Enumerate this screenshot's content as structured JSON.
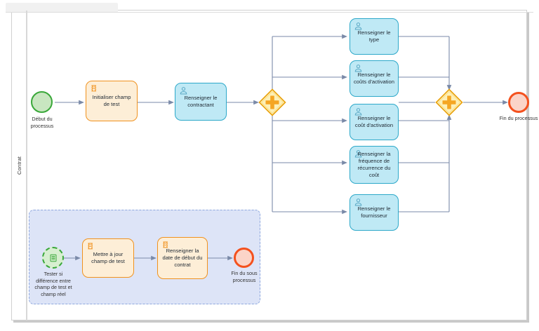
{
  "diagram": {
    "type": "bpmn-process-diagram",
    "pool_label": "Contrat",
    "colors": {
      "task_user_fill": "#bfe9f5",
      "task_user_stroke": "#2ca8c9",
      "task_script_fill": "#fdeed7",
      "task_script_stroke": "#f0921f",
      "start_event_fill": "#c8e6c0",
      "start_event_stroke": "#3aa83a",
      "end_event_fill": "#fbd4c8",
      "end_event_stroke": "#f4511e",
      "gateway_fill": "#fdf0b8",
      "gateway_stroke": "#e8a10c",
      "gateway_glyph": "#f5a623",
      "connector": "#7a8aa8",
      "subprocess_fill": "#dde4f7",
      "subprocess_stroke": "#8fa8de",
      "canvas_border": "#d0d0d0"
    }
  },
  "events": {
    "start_process": {
      "label": "Début du\nprocessus",
      "label_line1": "Début du",
      "label_line2": "processus",
      "icon": "start-event-circle"
    },
    "end_process": {
      "label": "Fin du processus",
      "icon": "end-event-circle"
    },
    "sub_start_conditional": {
      "label_line1": "Tester si",
      "label_line2": "différence entre",
      "label_line3": "champ de test et",
      "label_line4": "champ réel",
      "icon": "conditional-start-event-icon"
    },
    "sub_end": {
      "label_line1": "Fin du sous",
      "label_line2": "processus",
      "icon": "end-event-circle"
    }
  },
  "gateways": {
    "split": {
      "name": "parallel-gateway-split",
      "glyph": "+"
    },
    "join": {
      "name": "parallel-gateway-join",
      "glyph": "+"
    }
  },
  "tasks": {
    "initialiser": {
      "label": "Initialiser champ de test",
      "icon": "script-task-icon",
      "type": "script"
    },
    "contractant": {
      "label": "Renseigner le contractant",
      "icon": "user-task-icon",
      "type": "user"
    },
    "branches": [
      {
        "label": "Renseigner le type",
        "icon": "user-task-icon",
        "type": "user"
      },
      {
        "label": "Renseigner le coûts d'activation",
        "icon": "user-task-icon",
        "type": "user"
      },
      {
        "label": "Renseigner le coût d'activation",
        "icon": "user-task-icon",
        "type": "user"
      },
      {
        "label": "Renseigner la fréquence de récurrence du coût",
        "icon": "user-task-icon",
        "type": "user"
      },
      {
        "label": "Renseigner le fournisseur",
        "icon": "user-task-icon",
        "type": "user"
      }
    ],
    "sub_tasks": [
      {
        "label": "Mettre à jour champ de test",
        "icon": "script-task-icon",
        "type": "script"
      },
      {
        "label": "Renseigner la date de début du contrat",
        "icon": "script-task-icon",
        "type": "script"
      }
    ]
  }
}
